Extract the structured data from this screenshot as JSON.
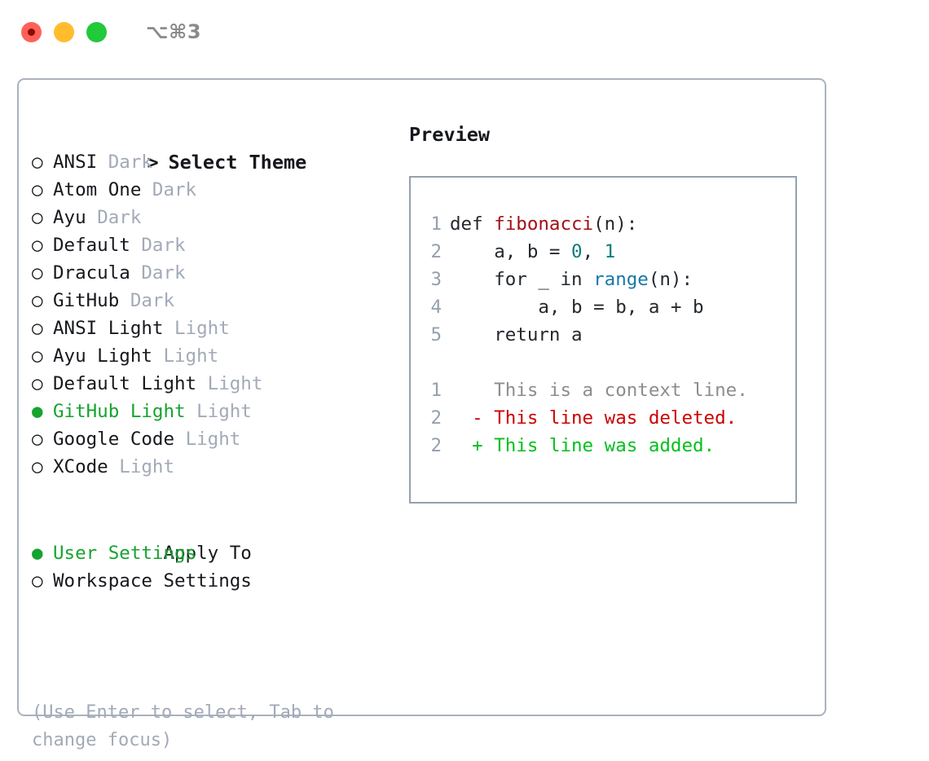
{
  "titlebar": {
    "shortcut": "⌥⌘3",
    "buttons": [
      {
        "name": "close",
        "color": "#ff6159"
      },
      {
        "name": "minimize",
        "color": "#ffbd2e"
      },
      {
        "name": "maximize",
        "color": "#22c93b"
      }
    ]
  },
  "theme_picker": {
    "heading": "Select Theme",
    "heading_marker": ">",
    "bullet_selected": "●",
    "bullet_unselected": "○",
    "items": [
      {
        "label": "ANSI",
        "tag": "Dark",
        "selected": false
      },
      {
        "label": "Atom One",
        "tag": "Dark",
        "selected": false
      },
      {
        "label": "Ayu",
        "tag": "Dark",
        "selected": false
      },
      {
        "label": "Default",
        "tag": "Dark",
        "selected": false
      },
      {
        "label": "Dracula",
        "tag": "Dark",
        "selected": false
      },
      {
        "label": "GitHub",
        "tag": "Dark",
        "selected": false
      },
      {
        "label": "ANSI Light",
        "tag": "Light",
        "selected": false
      },
      {
        "label": "Ayu Light",
        "tag": "Light",
        "selected": false
      },
      {
        "label": "Default Light",
        "tag": "Light",
        "selected": false
      },
      {
        "label": "GitHub Light",
        "tag": "Light",
        "selected": true
      },
      {
        "label": "Google Code",
        "tag": "Light",
        "selected": false
      },
      {
        "label": "XCode",
        "tag": "Light",
        "selected": false
      }
    ]
  },
  "apply_to": {
    "heading": "Apply To",
    "items": [
      {
        "label": "User Settings",
        "selected": true
      },
      {
        "label": "Workspace Settings",
        "selected": false
      }
    ]
  },
  "hint": "(Use Enter to select, Tab to change focus)",
  "preview": {
    "heading": "Preview",
    "code_lines": [
      {
        "num": "1",
        "indent": "",
        "segments": [
          {
            "text": "def ",
            "style": "plain"
          },
          {
            "text": "fibonacci",
            "style": "fn"
          },
          {
            "text": "(n):",
            "style": "plain"
          }
        ]
      },
      {
        "num": "2",
        "indent": "    ",
        "segments": [
          {
            "text": "a, b = ",
            "style": "plain"
          },
          {
            "text": "0",
            "style": "num"
          },
          {
            "text": ", ",
            "style": "plain"
          },
          {
            "text": "1",
            "style": "num"
          }
        ]
      },
      {
        "num": "3",
        "indent": "    ",
        "segments": [
          {
            "text": "for _ in ",
            "style": "plain"
          },
          {
            "text": "range",
            "style": "call"
          },
          {
            "text": "(n):",
            "style": "plain"
          }
        ]
      },
      {
        "num": "4",
        "indent": "        ",
        "segments": [
          {
            "text": "a, b = b, a + b",
            "style": "plain"
          }
        ]
      },
      {
        "num": "5",
        "indent": "    ",
        "segments": [
          {
            "text": "return a",
            "style": "plain"
          }
        ]
      }
    ],
    "diff_lines": [
      {
        "num": "1",
        "marker": "  ",
        "text": "This is a context line.",
        "kind": "ctx"
      },
      {
        "num": "2",
        "marker": "- ",
        "text": "This line was deleted.",
        "kind": "del"
      },
      {
        "num": "2",
        "marker": "+ ",
        "text": "This line was added.",
        "kind": "add"
      }
    ]
  },
  "colors": {
    "panel_border": "#aab2bf",
    "preview_border": "#95a0b0",
    "muted": "#a2aab8",
    "selected_green": "#16a32f",
    "diff_add": "#00c01c",
    "diff_del": "#cc0000",
    "syntax_fn": "#a11117",
    "syntax_num": "#0b7c7c",
    "syntax_call": "#1878a8"
  }
}
